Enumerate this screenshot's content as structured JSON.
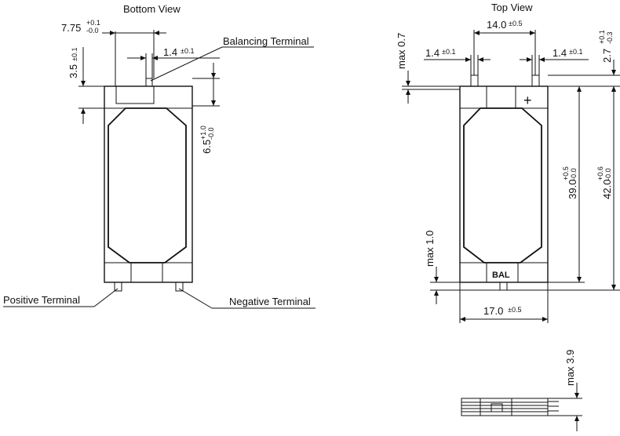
{
  "bottom_view": {
    "title": "Bottom View",
    "dim_width": "7.75",
    "dim_width_tol_plus": "+0.1",
    "dim_width_tol_minus": "-0.0",
    "dim_terminal": "1.4",
    "dim_terminal_tol": "±0.1",
    "dim_height": "3.5",
    "dim_height_tol": "±0.1",
    "dim_offset": "6.5",
    "dim_offset_tol_plus": "+1.0",
    "dim_offset_tol_minus": "-0.0",
    "label_balancing": "Balancing Terminal",
    "label_positive": "Positive Terminal",
    "label_negative": "Negative Terminal"
  },
  "top_view": {
    "title": "Top View",
    "dim_pitch": "14.0",
    "dim_pitch_tol": "±0.5",
    "dim_term_left": "1.4",
    "dim_term_left_tol": "±0.1",
    "dim_term_right": "1.4",
    "dim_term_right_tol": "±0.1",
    "dim_max_top": "max 0.7",
    "dim_right_small": "2.7",
    "dim_right_small_tol_plus": "+0.1",
    "dim_right_small_tol_minus": "-0.3",
    "dim_body_len": "39.0",
    "dim_body_len_tol_plus": "+0.5",
    "dim_body_len_tol_minus": "-0.0",
    "dim_total_len": "42.0",
    "dim_total_len_tol_plus": "+0.6",
    "dim_total_len_tol_minus": "-0.0",
    "dim_max_bottom": "max 1.0",
    "dim_width": "17.0",
    "dim_width_tol": "±0.5",
    "plus_mark": "+",
    "bal_mark": "BAL"
  },
  "side_view": {
    "dim_max_height": "max 3.9"
  }
}
